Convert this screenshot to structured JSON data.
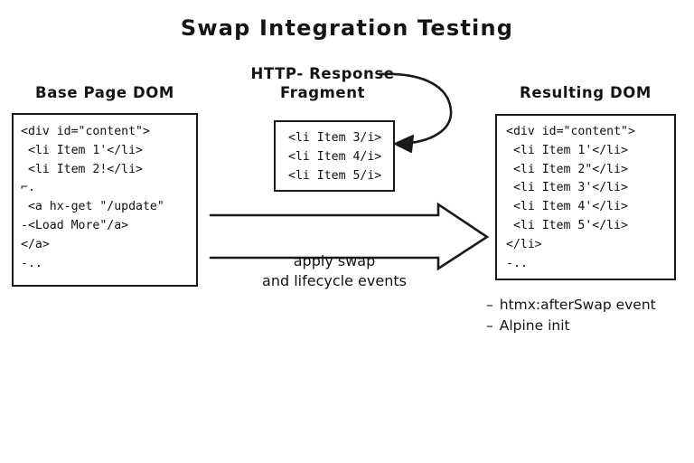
{
  "title": "Swap Integration Testing",
  "columns": {
    "base": {
      "heading": "Base Page DOM",
      "code": "<div id=\"content\">\n <li Item 1'</li>\n <li Item 2!</li>\n⌐.\n <a hx-get \"/update\"\n-<Load More\"/a>\n</a>\n-.."
    },
    "fragment": {
      "heading_line1": "HTTP- Response",
      "heading_line2": "Fragment",
      "code": "<li Item 3/i>\n<li Item 4/i>\n<li Item 5/i>"
    },
    "result": {
      "heading": "Resulting DOM",
      "code": "<div id=\"content\">\n <li Item 1'</li>\n <li Item 2\"</li>\n <li Item 3'</li>\n <li Item 4'</li>\n <li Item 5'</li>\n</li>\n-.."
    }
  },
  "arrow": {
    "caption_line1": "apply swap",
    "caption_line2": "and lifecycle events"
  },
  "notes": {
    "dash": "–",
    "items": [
      "htmx:afterSwap event",
      "Alpine init"
    ]
  },
  "colors": {
    "ink": "#141414",
    "stroke": "#1a1a1a",
    "background": "#ffffff"
  }
}
